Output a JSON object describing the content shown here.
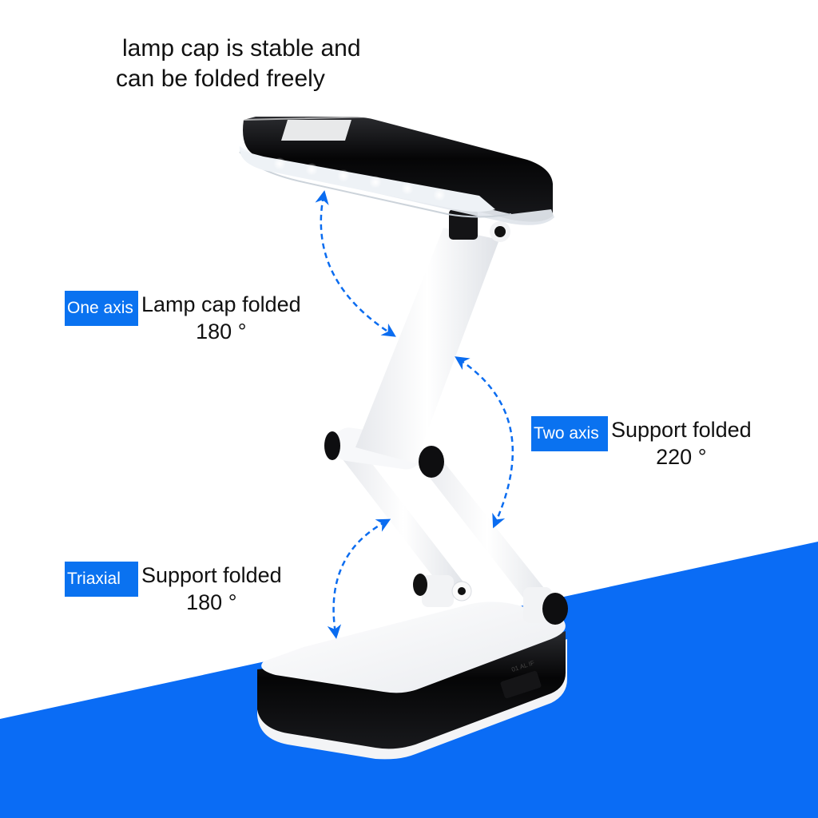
{
  "headline": {
    "line1": "lamp cap is stable and",
    "line2": "can be folded freely"
  },
  "callouts": [
    {
      "tag": "One axis",
      "title": "Lamp cap folded",
      "angle": "180 °"
    },
    {
      "tag": "Two axis",
      "title": "Support folded",
      "angle": "220 °"
    },
    {
      "tag": "Triaxial",
      "title": "Support folded",
      "angle": "180 °"
    }
  ],
  "colors": {
    "accent_blue": "#0a72f0",
    "floor_blue": "#0a6cf5",
    "lamp_black": "#0b0b0d",
    "lamp_white": "#f4f5f7"
  },
  "icons": {
    "arrows": "dashed-curved-double-arrow"
  }
}
